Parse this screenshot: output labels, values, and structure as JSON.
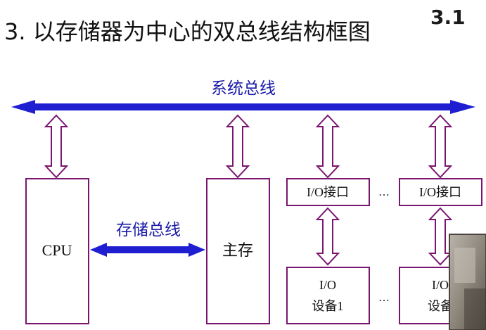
{
  "slide": {
    "title": "3. 以存储器为中心的双总线结构框图",
    "section_number": "3.1"
  },
  "buses": {
    "system_bus": {
      "label": "系统总线",
      "color": "#1f1fd1"
    },
    "memory_bus": {
      "label": "存储总线",
      "color": "#1f1fd1"
    }
  },
  "components": {
    "cpu": {
      "label": "CPU"
    },
    "main_memory": {
      "label": "主存"
    },
    "io_interface_1": {
      "label": "I/O接口"
    },
    "io_interface_2": {
      "label": "I/O接口"
    },
    "io_device_1": {
      "line1": "I/O",
      "line2": "设备1"
    },
    "io_device_2": {
      "line1": "I/O",
      "line2": "设备"
    }
  },
  "ellipsis": "…",
  "colors": {
    "box_border": "#7a1670",
    "bus_label": "#1a1aa8"
  },
  "icons": [
    "double-arrow-icon",
    "webcam-overlay"
  ]
}
